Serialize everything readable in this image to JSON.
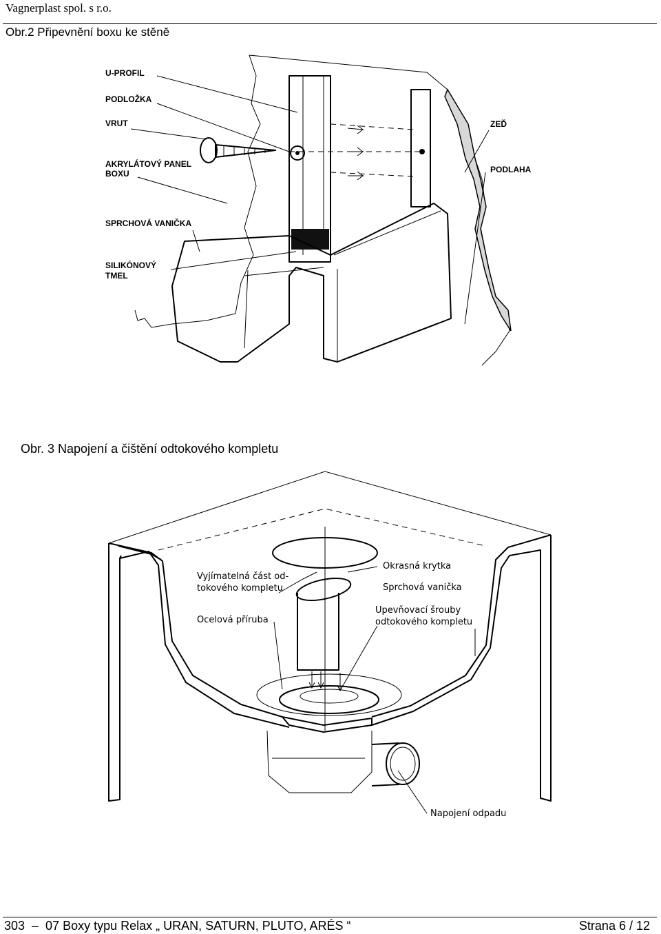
{
  "header": {
    "company": "Vagnerplast spol. s r.o.",
    "fig2_title": "Obr.2 Připevnění boxu ke stěně"
  },
  "figure2": {
    "labels": {
      "u_profil": "U-PROFIL",
      "podlozka": "PODLOŽKA",
      "vrut": "VRUT",
      "akrylatovy_panel_1": "AKRYLÁTOVÝ PANEL",
      "akrylatovy_panel_2": "BOXU",
      "sprchova_vanicka": "SPRCHOVÁ VANIČKA",
      "silikonovy_1": "SILIKÓNOVÝ",
      "silikonovy_2": "TMEL",
      "zed": "ZEĎ",
      "podlaha": "PODLAHA"
    }
  },
  "fig3_title": "Obr. 3 Napojení a čištění odtokového kompletu",
  "figure3": {
    "labels": {
      "vyjimatelna_1": "Vyjímatelná část od-",
      "vyjimatelna_2": "tokového  kompletu",
      "ocelova": "Ocelová příruba",
      "okrasna": "Okrasná krytka",
      "sprchova": "Sprchová vanička",
      "upevnovaci_1": "Upevňovací šrouby",
      "upevnovaci_2": "odtokového kompletu",
      "napojeni": "Napojení odpadu"
    }
  },
  "footer": {
    "left": "303  –  07 Boxy typu Relax „ URAN, SATURN, PLUTO, ARÉS “",
    "right": "Strana 6 / 12"
  }
}
